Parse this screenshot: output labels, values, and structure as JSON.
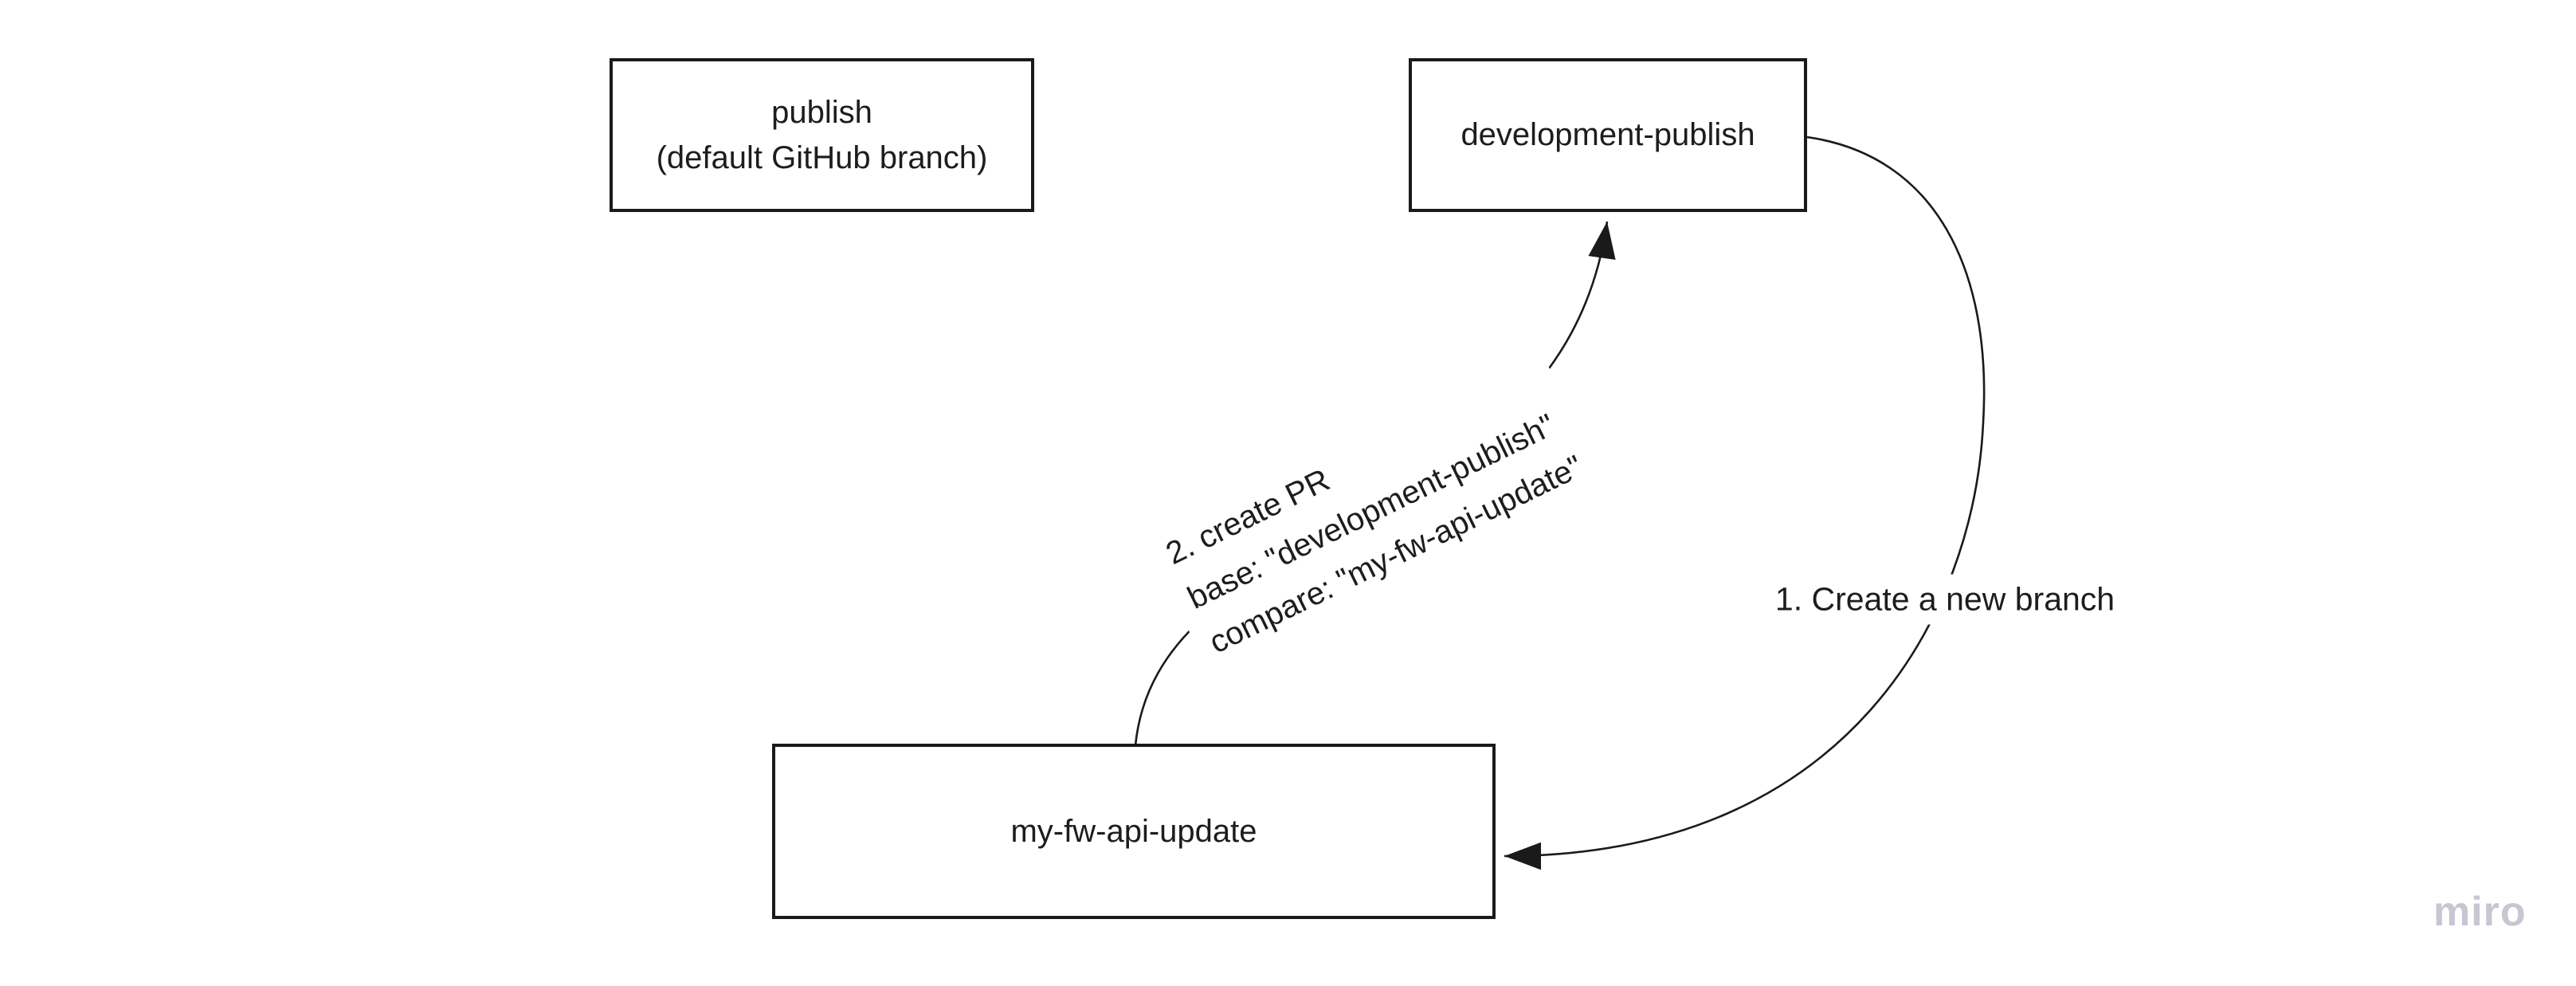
{
  "diagram": {
    "nodes": [
      {
        "id": "publish",
        "lines": [
          "publish",
          "(default GitHub branch)"
        ]
      },
      {
        "id": "development-publish",
        "lines": [
          "development-publish"
        ]
      },
      {
        "id": "my-fw-api-update",
        "lines": [
          "my-fw-api-update"
        ]
      }
    ],
    "edges": [
      {
        "id": "create-branch",
        "from": "development-publish",
        "to": "my-fw-api-update",
        "label": "1. Create a new branch"
      },
      {
        "id": "create-pr",
        "from": "my-fw-api-update",
        "to": "development-publish",
        "label_lines": [
          "2. create PR",
          "base: \"development-publish\"",
          "compare: \"my-fw-api-update\""
        ]
      }
    ]
  },
  "watermark": {
    "text": "miro"
  },
  "colors": {
    "background": "#ffffff",
    "stroke": "#1a1a1a",
    "text": "#1d1d1d",
    "watermark": "#c7c7d3"
  }
}
